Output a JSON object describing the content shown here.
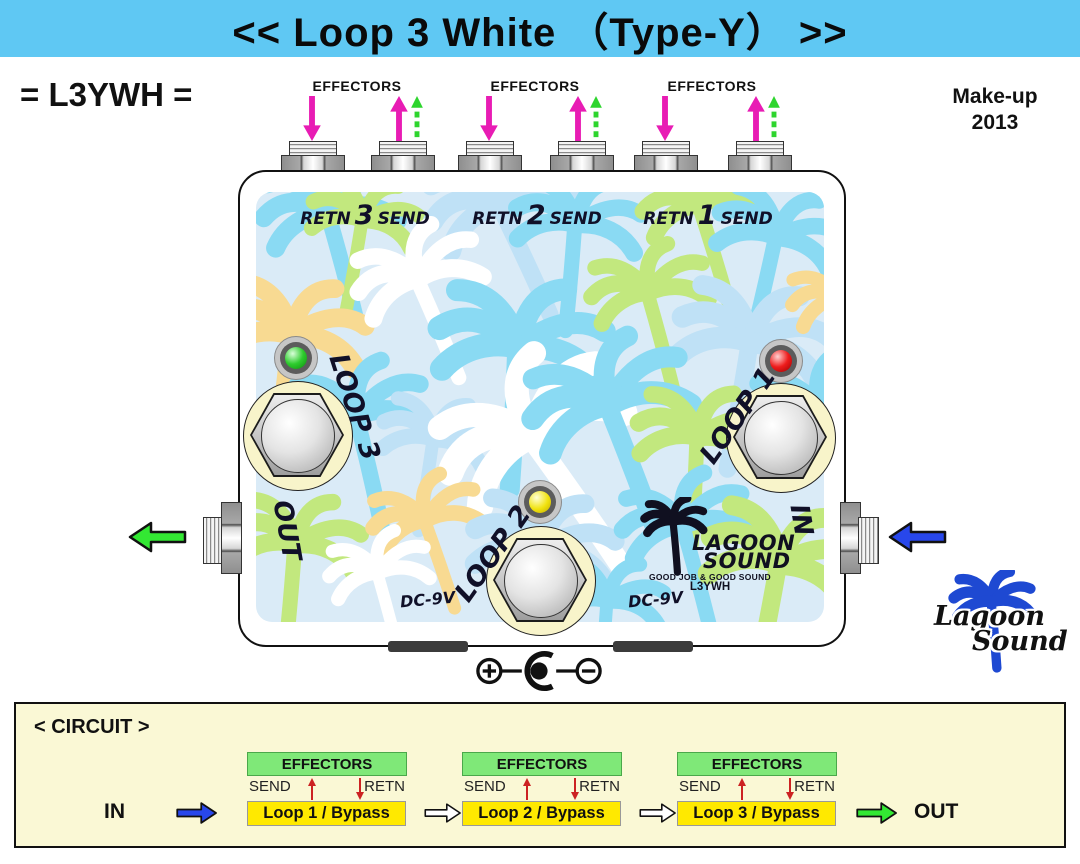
{
  "banner": {
    "title": "<< Loop 3 White （Type-Y） >>"
  },
  "header": {
    "model": "= L3YWH =",
    "makeup_line1": "Make-up",
    "makeup_line2": "2013"
  },
  "top_jacks": {
    "effectors_label": "EFFECTORS"
  },
  "pedal": {
    "jack_rows": [
      {
        "retn": "RETN",
        "num": "3",
        "send": "SEND"
      },
      {
        "retn": "RETN",
        "num": "2",
        "send": "SEND"
      },
      {
        "retn": "RETN",
        "num": "1",
        "send": "SEND"
      }
    ],
    "loops": [
      {
        "label": "LOOP 3",
        "led_color": "green"
      },
      {
        "label": "LOOP 2",
        "led_color": "yellow"
      },
      {
        "label": "LOOP 1",
        "led_color": "red"
      }
    ],
    "out_label": "OUT",
    "in_label": "IN",
    "dc_label_left": "DC-9V",
    "dc_label_right": "DC-9V",
    "logo": {
      "line1": "LAGOON",
      "line2": "SOUND",
      "tagline": "GOOD JOB & GOOD SOUND",
      "model": "L3YWH"
    }
  },
  "corner_logo": {
    "line1": "Lagoon",
    "line2": "Sound"
  },
  "circuit": {
    "title": "< CIRCUIT >",
    "in_label": "IN",
    "out_label": "OUT",
    "blocks": [
      {
        "effectors": "EFFECTORS",
        "send": "SEND",
        "retn": "RETN",
        "loop": "Loop 1 / Bypass"
      },
      {
        "effectors": "EFFECTORS",
        "send": "SEND",
        "retn": "RETN",
        "loop": "Loop 2 / Bypass"
      },
      {
        "effectors": "EFFECTORS",
        "send": "SEND",
        "retn": "RETN",
        "loop": "Loop 3 / Bypass"
      }
    ]
  },
  "colors": {
    "banner_bg": "#5FC8F3",
    "send_arrow_magenta": "#E81CB4",
    "return_arrow_green": "#2ED52E",
    "out_arrow_green": "#33E833",
    "in_arrow_blue": "#2847EB",
    "led_green": "#2ECC2E",
    "led_yellow": "#F0E20E",
    "led_red": "#EE1C1C",
    "circuit_bg": "#FAF8D5",
    "effectors_box_green": "#7FE878",
    "loop_box_yellow": "#FFE900",
    "circuit_mini_arrow_red": "#CC2222"
  }
}
